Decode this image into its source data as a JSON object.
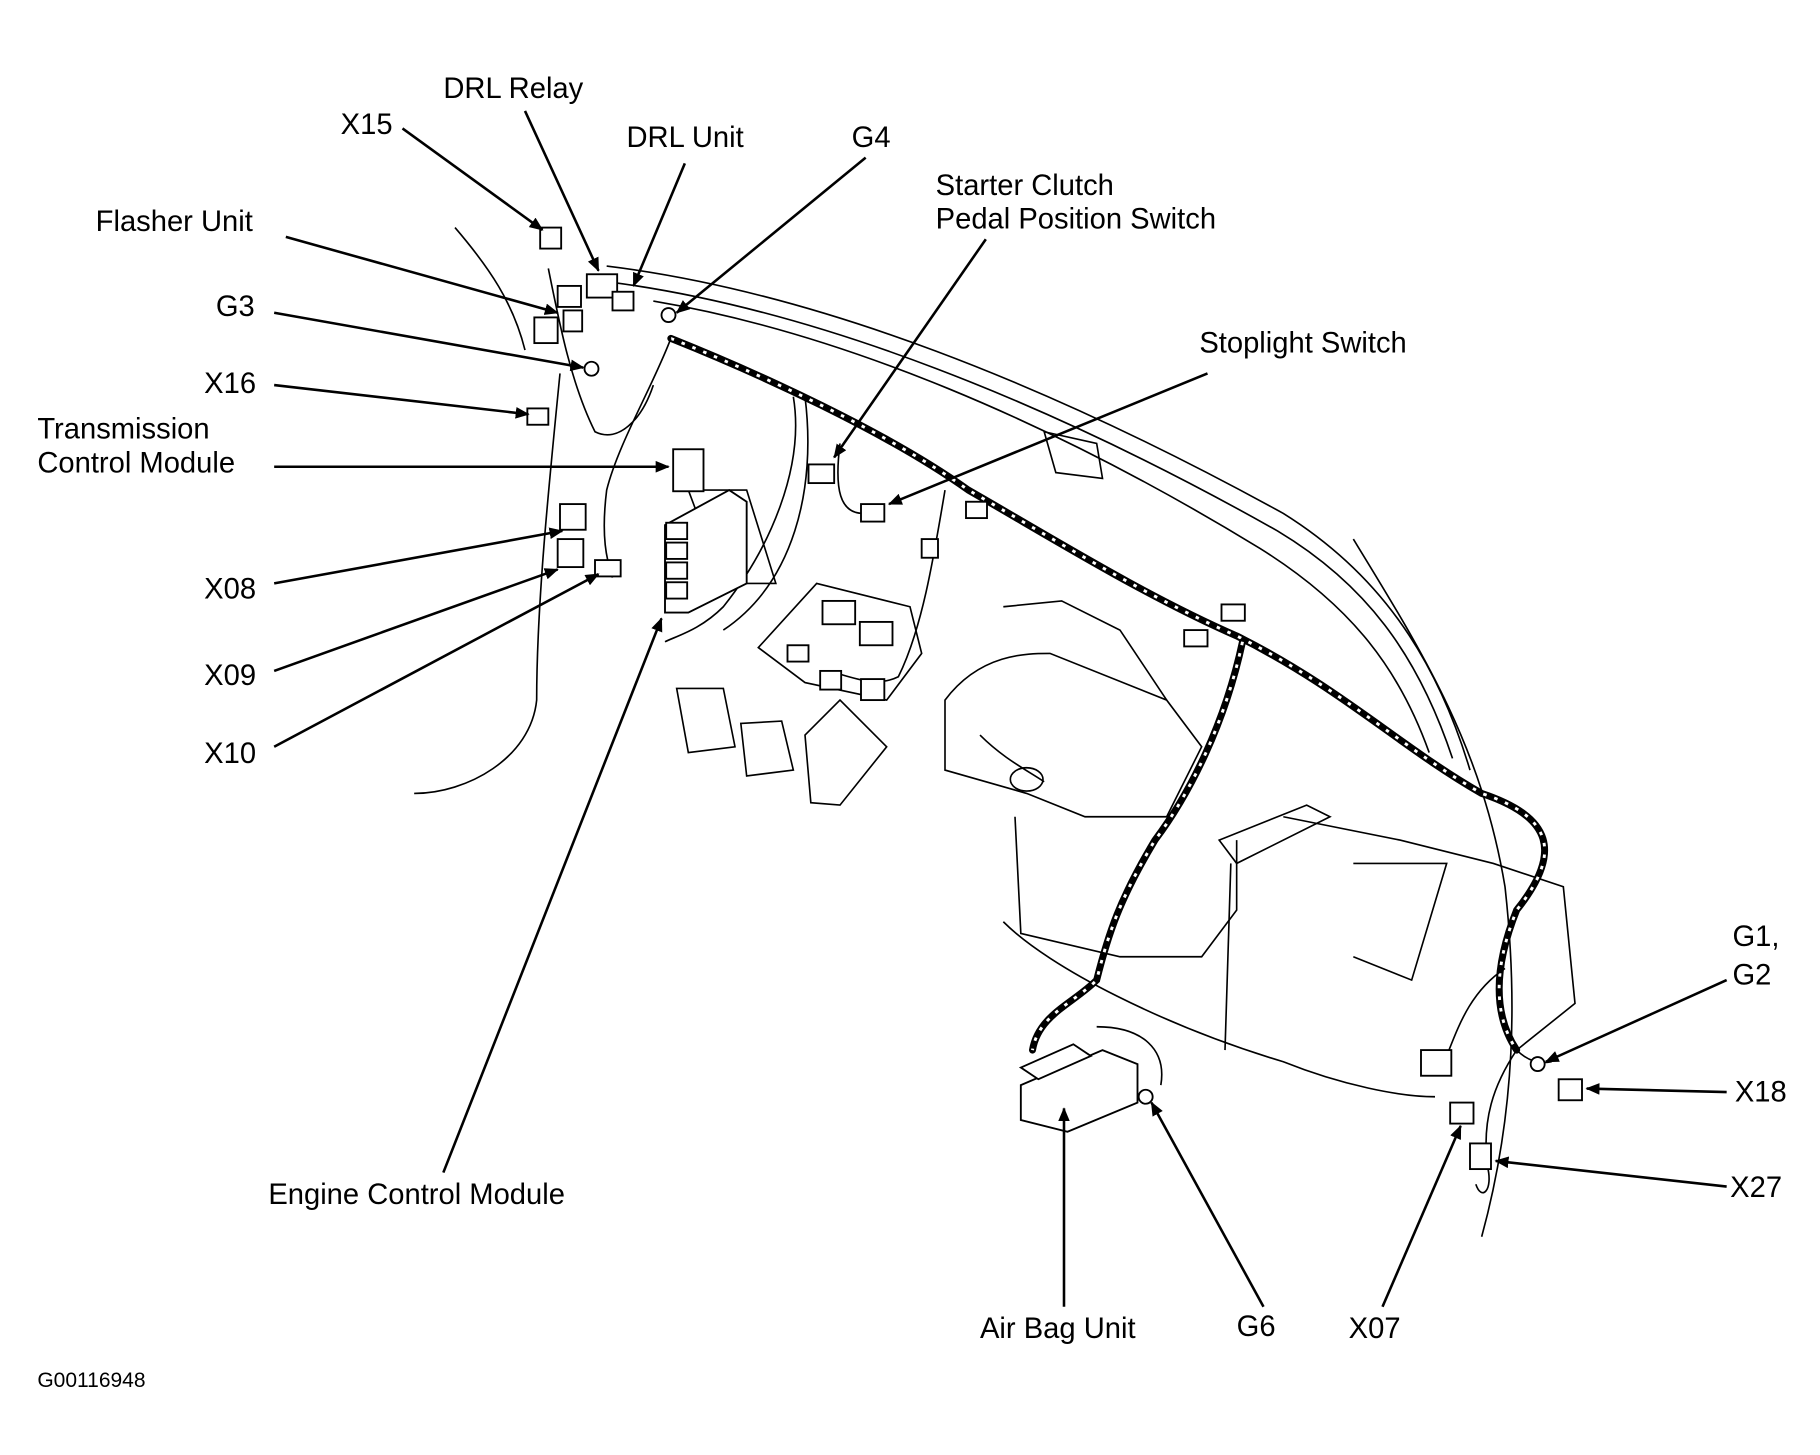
{
  "figure_code": "G00116948",
  "labels": {
    "x15": "X15",
    "drl_relay": "DRL Relay",
    "drl_unit": "DRL Unit",
    "g4": "G4",
    "starter_clutch_1": "Starter Clutch",
    "starter_clutch_2": "Pedal Position Switch",
    "stoplight_switch": "Stoplight Switch",
    "flasher_unit": "Flasher Unit",
    "g3": "G3",
    "x16": "X16",
    "tcm_1": "Transmission",
    "tcm_2": "Control Module",
    "x08": "X08",
    "x09": "X09",
    "x10": "X10",
    "ecm": "Engine Control Module",
    "air_bag_unit": "Air Bag Unit",
    "g6": "G6",
    "x07": "X07",
    "x27": "X27",
    "x18": "X18",
    "g1_1": "G1,",
    "g1_2": "G2"
  }
}
